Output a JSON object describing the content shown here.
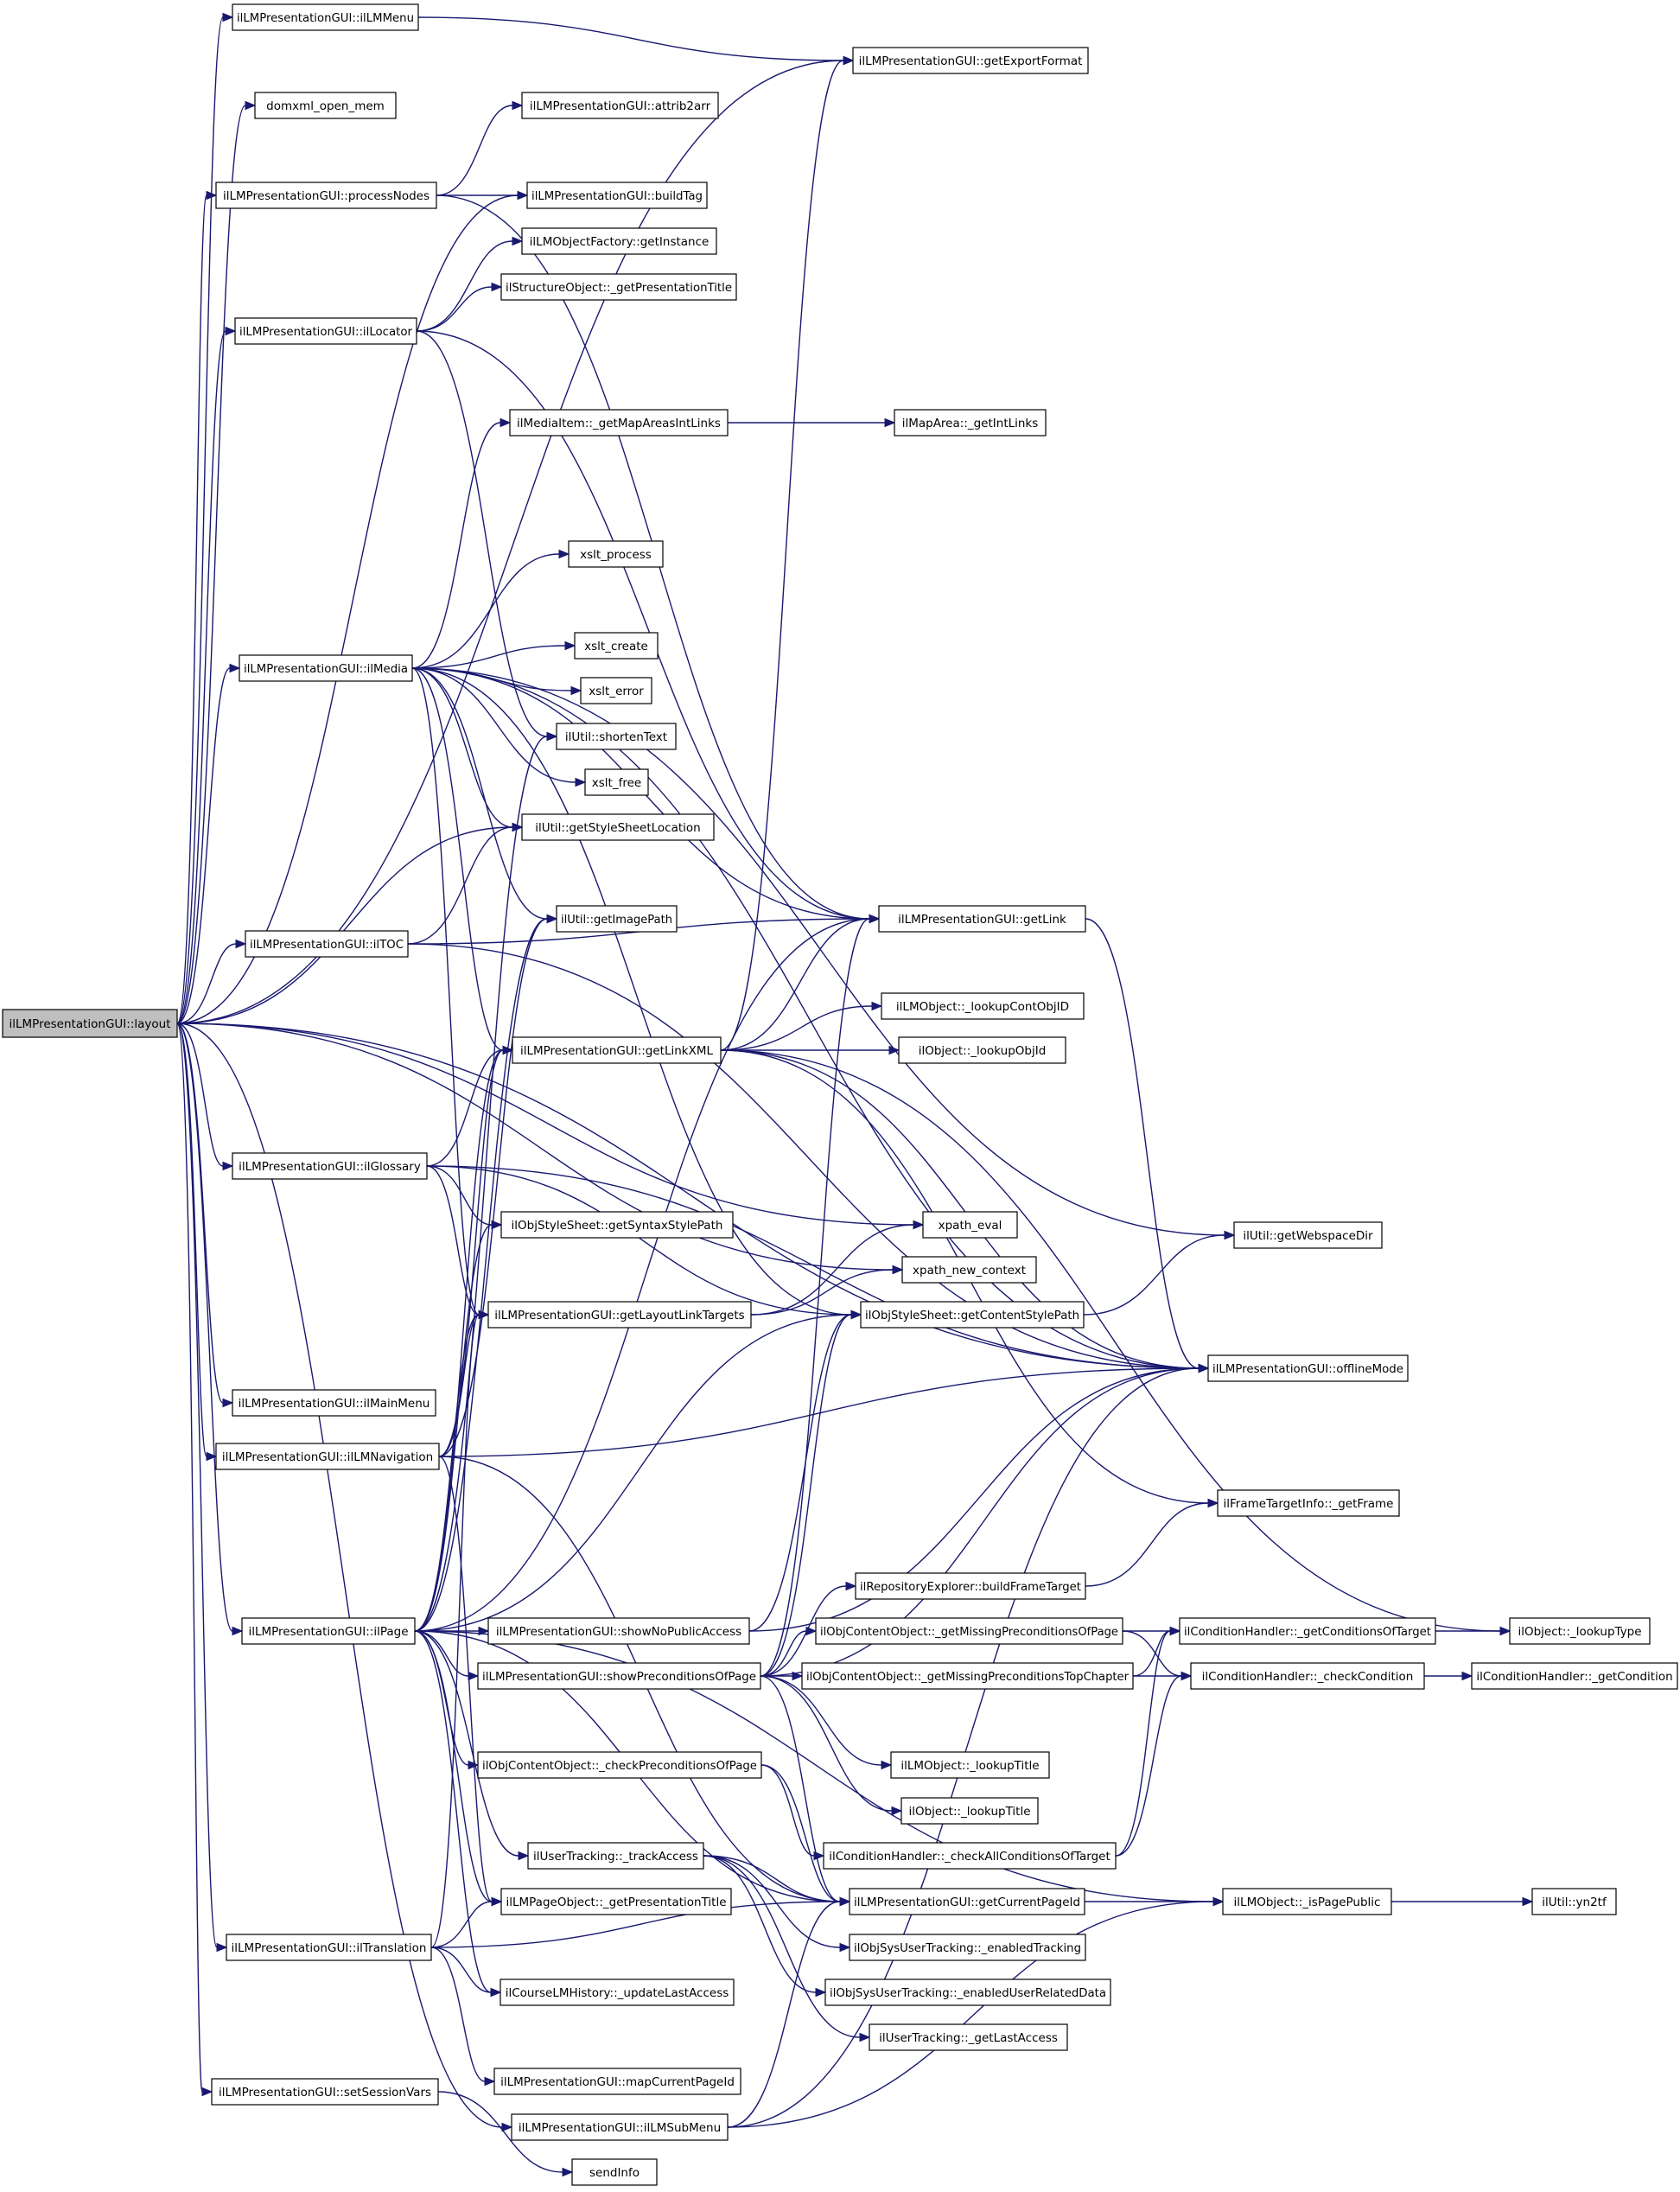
{
  "diagram": {
    "nodes": [
      {
        "id": "layout",
        "label": "ilLMPresentationGUI::layout",
        "root": true
      },
      {
        "id": "ilLMMenu",
        "label": "ilLMPresentationGUI::ilLMMenu"
      },
      {
        "id": "domxml_open_mem",
        "label": "domxml_open_mem"
      },
      {
        "id": "processNodes",
        "label": "ilLMPresentationGUI::processNodes"
      },
      {
        "id": "ilLocator",
        "label": "ilLMPresentationGUI::ilLocator"
      },
      {
        "id": "ilMedia",
        "label": "ilLMPresentationGUI::ilMedia"
      },
      {
        "id": "ilTOC",
        "label": "ilLMPresentationGUI::ilTOC"
      },
      {
        "id": "ilGlossary",
        "label": "ilLMPresentationGUI::ilGlossary"
      },
      {
        "id": "ilMainMenu",
        "label": "ilLMPresentationGUI::ilMainMenu"
      },
      {
        "id": "ilLMNavigation",
        "label": "ilLMPresentationGUI::ilLMNavigation"
      },
      {
        "id": "ilPage",
        "label": "ilLMPresentationGUI::ilPage"
      },
      {
        "id": "ilTranslation",
        "label": "ilLMPresentationGUI::ilTranslation"
      },
      {
        "id": "setSessionVars",
        "label": "ilLMPresentationGUI::setSessionVars"
      },
      {
        "id": "attrib2arr",
        "label": "ilLMPresentationGUI::attrib2arr"
      },
      {
        "id": "buildTag",
        "label": "ilLMPresentationGUI::buildTag"
      },
      {
        "id": "getInstance",
        "label": "ilLMObjectFactory::getInstance"
      },
      {
        "id": "getPresTitleStruct",
        "label": "ilStructureObject::_getPresentationTitle"
      },
      {
        "id": "getMapAreasIntLinks",
        "label": "ilMediaItem::_getMapAreasIntLinks"
      },
      {
        "id": "xslt_process",
        "label": "xslt_process"
      },
      {
        "id": "xslt_create",
        "label": "xslt_create"
      },
      {
        "id": "xslt_error",
        "label": "xslt_error"
      },
      {
        "id": "shortenText",
        "label": "ilUtil::shortenText"
      },
      {
        "id": "xslt_free",
        "label": "xslt_free"
      },
      {
        "id": "getStyleSheetLocation",
        "label": "ilUtil::getStyleSheetLocation"
      },
      {
        "id": "getImagePath",
        "label": "ilUtil::getImagePath"
      },
      {
        "id": "getLinkXML",
        "label": "ilLMPresentationGUI::getLinkXML"
      },
      {
        "id": "getSyntaxStylePath",
        "label": "ilObjStyleSheet::getSyntaxStylePath"
      },
      {
        "id": "getLayoutLinkTargets",
        "label": "ilLMPresentationGUI::getLayoutLinkTargets"
      },
      {
        "id": "showNoPublicAccess",
        "label": "ilLMPresentationGUI::showNoPublicAccess"
      },
      {
        "id": "showPreconditionsOfPage",
        "label": "ilLMPresentationGUI::showPreconditionsOfPage"
      },
      {
        "id": "checkPreconditionsOfPage",
        "label": "ilObjContentObject::_checkPreconditionsOfPage"
      },
      {
        "id": "trackAccess",
        "label": "ilUserTracking::_trackAccess"
      },
      {
        "id": "getPresTitlePage",
        "label": "ilLMPageObject::_getPresentationTitle"
      },
      {
        "id": "updateLastAccess",
        "label": "ilCourseLMHistory::_updateLastAccess"
      },
      {
        "id": "mapCurrentPageId",
        "label": "ilLMPresentationGUI::mapCurrentPageId"
      },
      {
        "id": "ilLMSubMenu",
        "label": "ilLMPresentationGUI::ilLMSubMenu"
      },
      {
        "id": "sendInfo",
        "label": "sendInfo"
      },
      {
        "id": "getExportFormat",
        "label": "ilLMPresentationGUI::getExportFormat"
      },
      {
        "id": "getIntLinks",
        "label": "ilMapArea::_getIntLinks"
      },
      {
        "id": "getLink",
        "label": "ilLMPresentationGUI::getLink"
      },
      {
        "id": "lookupContObjID",
        "label": "ilLMObject::_lookupContObjID"
      },
      {
        "id": "lookupObjId",
        "label": "ilObject::_lookupObjId"
      },
      {
        "id": "xpath_eval",
        "label": "xpath_eval"
      },
      {
        "id": "xpath_new_context",
        "label": "xpath_new_context"
      },
      {
        "id": "getContentStylePath",
        "label": "ilObjStyleSheet::getContentStylePath"
      },
      {
        "id": "buildFrameTarget",
        "label": "ilRepositoryExplorer::buildFrameTarget"
      },
      {
        "id": "getMissingPreconditionsOfPage",
        "label": "ilObjContentObject::_getMissingPreconditionsOfPage"
      },
      {
        "id": "getMissingPreconditionsTopChapter",
        "label": "ilObjContentObject::_getMissingPreconditionsTopChapter"
      },
      {
        "id": "lmLookupTitle",
        "label": "ilLMObject::_lookupTitle"
      },
      {
        "id": "objLookupTitle",
        "label": "ilObject::_lookupTitle"
      },
      {
        "id": "checkAllConditionsOfTarget",
        "label": "ilConditionHandler::_checkAllConditionsOfTarget"
      },
      {
        "id": "getCurrentPageId",
        "label": "ilLMPresentationGUI::getCurrentPageId"
      },
      {
        "id": "enabledTracking",
        "label": "ilObjSysUserTracking::_enabledTracking"
      },
      {
        "id": "enabledUserRelatedData",
        "label": "ilObjSysUserTracking::_enabledUserRelatedData"
      },
      {
        "id": "getLastAccess",
        "label": "ilUserTracking::_getLastAccess"
      },
      {
        "id": "getWebspaceDir",
        "label": "ilUtil::getWebspaceDir"
      },
      {
        "id": "offlineMode",
        "label": "ilLMPresentationGUI::offlineMode"
      },
      {
        "id": "getFrame",
        "label": "ilFrameTargetInfo::_getFrame"
      },
      {
        "id": "getConditionsOfTarget",
        "label": "ilConditionHandler::_getConditionsOfTarget"
      },
      {
        "id": "checkCondition",
        "label": "ilConditionHandler::_checkCondition"
      },
      {
        "id": "isPagePublic",
        "label": "ilLMObject::_isPagePublic"
      },
      {
        "id": "lookupType",
        "label": "ilObject::_lookupType"
      },
      {
        "id": "getCondition",
        "label": "ilConditionHandler::_getCondition"
      },
      {
        "id": "yn2tf",
        "label": "ilUtil::yn2tf"
      }
    ],
    "edges": [
      [
        "layout",
        "ilLMMenu"
      ],
      [
        "layout",
        "domxml_open_mem"
      ],
      [
        "layout",
        "processNodes"
      ],
      [
        "layout",
        "buildTag"
      ],
      [
        "layout",
        "ilLocator"
      ],
      [
        "layout",
        "ilMedia"
      ],
      [
        "layout",
        "getStyleSheetLocation"
      ],
      [
        "layout",
        "ilTOC"
      ],
      [
        "layout",
        "ilGlossary"
      ],
      [
        "layout",
        "xpath_eval"
      ],
      [
        "layout",
        "xpath_new_context"
      ],
      [
        "layout",
        "ilMainMenu"
      ],
      [
        "layout",
        "ilLMNavigation"
      ],
      [
        "layout",
        "offlineMode"
      ],
      [
        "layout",
        "ilPage"
      ],
      [
        "layout",
        "ilTranslation"
      ],
      [
        "layout",
        "ilLMSubMenu"
      ],
      [
        "layout",
        "setSessionVars"
      ],
      [
        "layout",
        "getExportFormat"
      ],
      [
        "ilLMMenu",
        "getExportFormat"
      ],
      [
        "processNodes",
        "attrib2arr"
      ],
      [
        "processNodes",
        "buildTag"
      ],
      [
        "processNodes",
        "getLink"
      ],
      [
        "ilLocator",
        "getInstance"
      ],
      [
        "ilLocator",
        "getPresTitleStruct"
      ],
      [
        "ilLocator",
        "getLink"
      ],
      [
        "ilLocator",
        "shortenText"
      ],
      [
        "ilMedia",
        "getMapAreasIntLinks"
      ],
      [
        "ilMedia",
        "xslt_process"
      ],
      [
        "ilMedia",
        "xslt_create"
      ],
      [
        "ilMedia",
        "xslt_error"
      ],
      [
        "ilMedia",
        "xslt_free"
      ],
      [
        "ilMedia",
        "getStyleSheetLocation"
      ],
      [
        "ilMedia",
        "getImagePath"
      ],
      [
        "ilMedia",
        "getLinkXML"
      ],
      [
        "ilMedia",
        "getLink"
      ],
      [
        "ilMedia",
        "getWebspaceDir"
      ],
      [
        "ilMedia",
        "offlineMode"
      ],
      [
        "ilMedia",
        "getContentStylePath"
      ],
      [
        "ilMedia",
        "getLayoutLinkTargets"
      ],
      [
        "getMapAreasIntLinks",
        "getIntLinks"
      ],
      [
        "ilTOC",
        "getStyleSheetLocation"
      ],
      [
        "ilTOC",
        "getLink"
      ],
      [
        "ilTOC",
        "offlineMode"
      ],
      [
        "getLinkXML",
        "getLink"
      ],
      [
        "getLinkXML",
        "lookupContObjID"
      ],
      [
        "getLinkXML",
        "lookupObjId"
      ],
      [
        "getLinkXML",
        "lookupType"
      ],
      [
        "getLinkXML",
        "getFrame"
      ],
      [
        "getLinkXML",
        "getExportFormat"
      ],
      [
        "getLinkXML",
        "offlineMode"
      ],
      [
        "ilGlossary",
        "getLinkXML"
      ],
      [
        "ilGlossary",
        "getSyntaxStylePath"
      ],
      [
        "ilGlossary",
        "getLayoutLinkTargets"
      ],
      [
        "ilGlossary",
        "getContentStylePath"
      ],
      [
        "ilGlossary",
        "offlineMode"
      ],
      [
        "getLayoutLinkTargets",
        "xpath_eval"
      ],
      [
        "getLayoutLinkTargets",
        "xpath_new_context"
      ],
      [
        "getContentStylePath",
        "getWebspaceDir"
      ],
      [
        "getLink",
        "offlineMode"
      ],
      [
        "ilLMNavigation",
        "getImagePath"
      ],
      [
        "ilLMNavigation",
        "getLayoutLinkTargets"
      ],
      [
        "ilLMNavigation",
        "offlineMode"
      ],
      [
        "ilLMNavigation",
        "getCurrentPageId"
      ],
      [
        "ilLMNavigation",
        "getPresTitlePage"
      ],
      [
        "ilLMNavigation",
        "getLinkXML"
      ],
      [
        "ilPage",
        "showNoPublicAccess"
      ],
      [
        "ilPage",
        "showPreconditionsOfPage"
      ],
      [
        "ilPage",
        "checkPreconditionsOfPage"
      ],
      [
        "ilPage",
        "trackAccess"
      ],
      [
        "ilPage",
        "getPresTitlePage"
      ],
      [
        "ilPage",
        "updateLastAccess"
      ],
      [
        "ilPage",
        "getCurrentPageId"
      ],
      [
        "ilPage",
        "getLinkXML"
      ],
      [
        "ilPage",
        "getLayoutLinkTargets"
      ],
      [
        "ilPage",
        "getSyntaxStylePath"
      ],
      [
        "ilPage",
        "getContentStylePath"
      ],
      [
        "ilPage",
        "shortenText"
      ],
      [
        "ilPage",
        "getImagePath"
      ],
      [
        "ilPage",
        "getLink"
      ],
      [
        "ilPage",
        "isPagePublic"
      ],
      [
        "showNoPublicAccess",
        "getContentStylePath"
      ],
      [
        "showNoPublicAccess",
        "offlineMode"
      ],
      [
        "showPreconditionsOfPage",
        "buildFrameTarget"
      ],
      [
        "showPreconditionsOfPage",
        "getMissingPreconditionsOfPage"
      ],
      [
        "showPreconditionsOfPage",
        "getMissingPreconditionsTopChapter"
      ],
      [
        "showPreconditionsOfPage",
        "lmLookupTitle"
      ],
      [
        "showPreconditionsOfPage",
        "objLookupTitle"
      ],
      [
        "showPreconditionsOfPage",
        "getLink"
      ],
      [
        "showPreconditionsOfPage",
        "getContentStylePath"
      ],
      [
        "showPreconditionsOfPage",
        "offlineMode"
      ],
      [
        "showPreconditionsOfPage",
        "getCurrentPageId"
      ],
      [
        "checkPreconditionsOfPage",
        "checkAllConditionsOfTarget"
      ],
      [
        "checkPreconditionsOfPage",
        "getCurrentPageId"
      ],
      [
        "buildFrameTarget",
        "getFrame"
      ],
      [
        "getMissingPreconditionsOfPage",
        "getConditionsOfTarget"
      ],
      [
        "getMissingPreconditionsOfPage",
        "checkCondition"
      ],
      [
        "getMissingPreconditionsTopChapter",
        "getConditionsOfTarget"
      ],
      [
        "getMissingPreconditionsTopChapter",
        "checkCondition"
      ],
      [
        "getConditionsOfTarget",
        "lookupType"
      ],
      [
        "checkCondition",
        "getCondition"
      ],
      [
        "checkAllConditionsOfTarget",
        "getConditionsOfTarget"
      ],
      [
        "checkAllConditionsOfTarget",
        "checkCondition"
      ],
      [
        "trackAccess",
        "getCurrentPageId"
      ],
      [
        "trackAccess",
        "enabledTracking"
      ],
      [
        "trackAccess",
        "enabledUserRelatedData"
      ],
      [
        "trackAccess",
        "getLastAccess"
      ],
      [
        "getCurrentPageId",
        "isPagePublic"
      ],
      [
        "isPagePublic",
        "yn2tf"
      ],
      [
        "ilTranslation",
        "getPresTitlePage"
      ],
      [
        "ilTranslation",
        "updateLastAccess"
      ],
      [
        "ilTranslation",
        "mapCurrentPageId"
      ],
      [
        "ilTranslation",
        "getCurrentPageId"
      ],
      [
        "ilTranslation",
        "getLayoutLinkTargets"
      ],
      [
        "ilLMSubMenu",
        "getCurrentPageId"
      ],
      [
        "ilLMSubMenu",
        "offlineMode"
      ],
      [
        "ilLMSubMenu",
        "isPagePublic"
      ],
      [
        "setSessionVars",
        "sendInfo"
      ]
    ]
  }
}
